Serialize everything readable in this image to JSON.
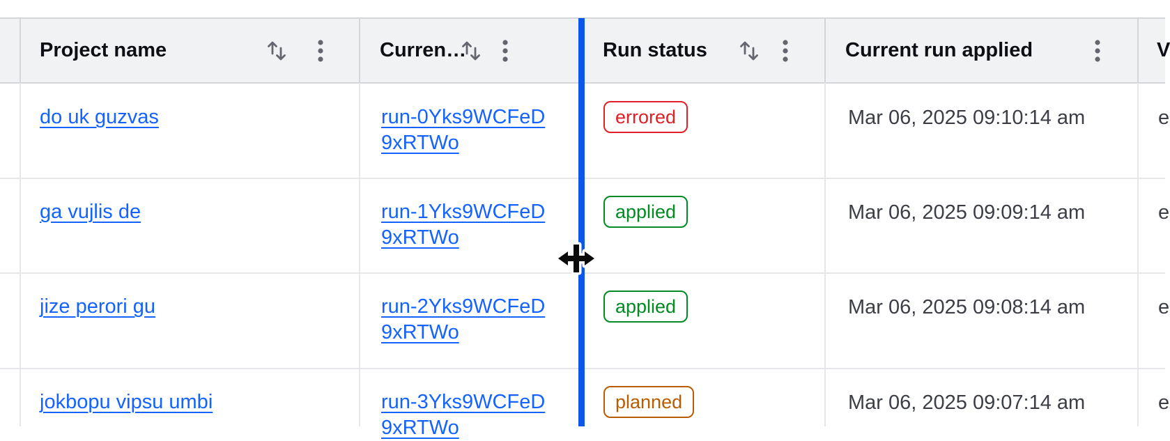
{
  "table": {
    "columns": [
      {
        "label": "Project name",
        "sortable": true,
        "has_menu": true
      },
      {
        "label": "Curren…",
        "sortable": true,
        "has_menu": true
      },
      {
        "label": "Run status",
        "sortable": true,
        "has_menu": true
      },
      {
        "label": "Current run applied",
        "sortable": false,
        "has_menu": true
      },
      {
        "label": "V",
        "truncated": true
      }
    ],
    "rows": [
      {
        "project": "do uk guzvas",
        "run_id": "run-0Yks9WCFeD9xRTWo",
        "status": "errored",
        "applied_at": "Mar 06, 2025 09:10:14 am",
        "extra": "e"
      },
      {
        "project": "ga vujlis de",
        "run_id": "run-1Yks9WCFeD9xRTWo",
        "status": "applied",
        "applied_at": "Mar 06, 2025 09:09:14 am",
        "extra": "e"
      },
      {
        "project": "jize perori gu",
        "run_id": "run-2Yks9WCFeD9xRTWo",
        "status": "applied",
        "applied_at": "Mar 06, 2025 09:08:14 am",
        "extra": "e"
      },
      {
        "project": "jokbopu vipsu umbi",
        "run_id": "run-3Yks9WCFeD9xRTWo",
        "status": "planned",
        "applied_at": "Mar 06, 2025 09:07:14 am",
        "extra": "e"
      }
    ]
  },
  "status_colors": {
    "errored": "#e02026",
    "applied": "#008a22",
    "planned": "#b85c00"
  },
  "link_color": "#1462ff",
  "resize_indicator": {
    "color": "#0c56e9",
    "pointer": "col-resize"
  }
}
